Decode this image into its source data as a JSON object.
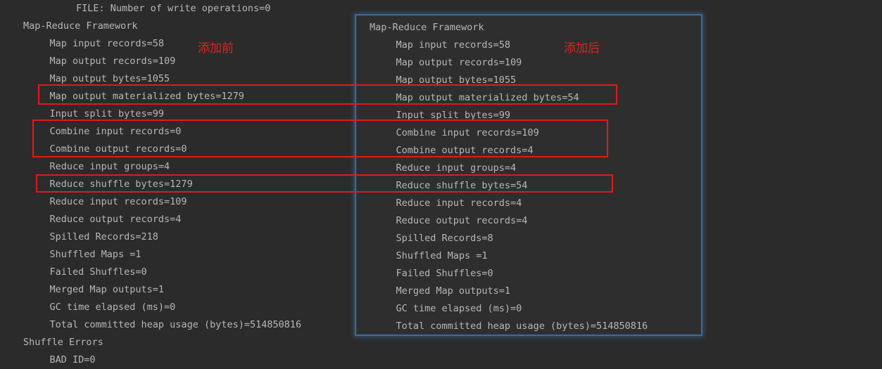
{
  "terminal": {
    "background_color": "#2b2b2b",
    "text_color": "#b7b7b7",
    "highlight_border_color": "#3d6a99",
    "annotation_color": "#e01b1b"
  },
  "left_panel": {
    "name": "before-adding-combiner-output",
    "lines": [
      {
        "text": "FILE: Number of write operations=0",
        "indent": 2
      },
      {
        "text": "Map-Reduce Framework",
        "indent": 0
      },
      {
        "text": "Map input records=58",
        "indent": 1
      },
      {
        "text": "Map output records=109",
        "indent": 1
      },
      {
        "text": "Map output bytes=1055",
        "indent": 1
      },
      {
        "text": "Map output materialized bytes=1279",
        "indent": 1
      },
      {
        "text": "Input split bytes=99",
        "indent": 1
      },
      {
        "text": "Combine input records=0",
        "indent": 1
      },
      {
        "text": "Combine output records=0",
        "indent": 1
      },
      {
        "text": "Reduce input groups=4",
        "indent": 1
      },
      {
        "text": "Reduce shuffle bytes=1279",
        "indent": 1
      },
      {
        "text": "Reduce input records=109",
        "indent": 1
      },
      {
        "text": "Reduce output records=4",
        "indent": 1
      },
      {
        "text": "Spilled Records=218",
        "indent": 1
      },
      {
        "text": "Shuffled Maps =1",
        "indent": 1
      },
      {
        "text": "Failed Shuffles=0",
        "indent": 1
      },
      {
        "text": "Merged Map outputs=1",
        "indent": 1
      },
      {
        "text": "GC time elapsed (ms)=0",
        "indent": 1
      },
      {
        "text": "Total committed heap usage (bytes)=514850816",
        "indent": 1
      },
      {
        "text": "Shuffle Errors",
        "indent": 0
      },
      {
        "text": "BAD ID=0",
        "indent": 1
      }
    ]
  },
  "right_panel": {
    "name": "after-adding-combiner-output",
    "lines": [
      {
        "text": "Map-Reduce Framework",
        "indent": 0
      },
      {
        "text": "Map input records=58",
        "indent": 1
      },
      {
        "text": "Map output records=109",
        "indent": 1
      },
      {
        "text": "Map output bytes=1055",
        "indent": 1
      },
      {
        "text": "Map output materialized bytes=54",
        "indent": 1
      },
      {
        "text": "Input split bytes=99",
        "indent": 1
      },
      {
        "text": "Combine input records=109",
        "indent": 1
      },
      {
        "text": "Combine output records=4",
        "indent": 1
      },
      {
        "text": "Reduce input groups=4",
        "indent": 1
      },
      {
        "text": "Reduce shuffle bytes=54",
        "indent": 1
      },
      {
        "text": "Reduce input records=4",
        "indent": 1
      },
      {
        "text": "Reduce output records=4",
        "indent": 1
      },
      {
        "text": "Spilled Records=8",
        "indent": 1
      },
      {
        "text": "Shuffled Maps =1",
        "indent": 1
      },
      {
        "text": "Failed Shuffles=0",
        "indent": 1
      },
      {
        "text": "Merged Map outputs=1",
        "indent": 1
      },
      {
        "text": "GC time elapsed (ms)=0",
        "indent": 1
      },
      {
        "text": "Total committed heap usage (bytes)=514850816",
        "indent": 1
      }
    ]
  },
  "callouts": {
    "before": "添加前",
    "after": "添加后"
  }
}
